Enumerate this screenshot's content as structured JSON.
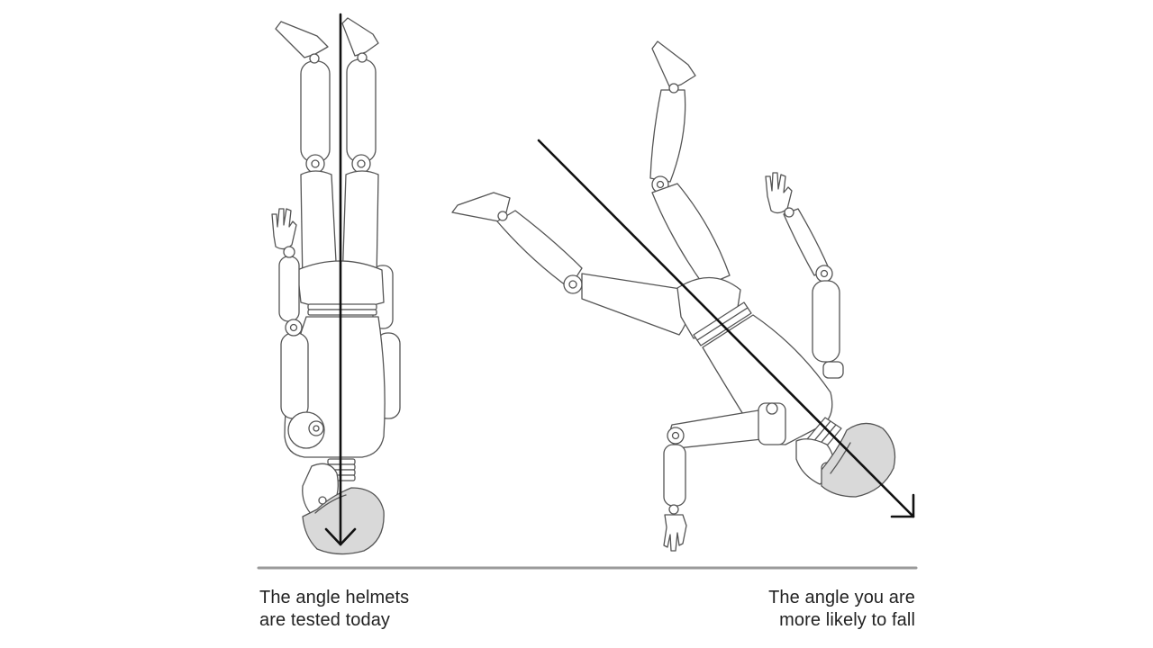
{
  "captions": {
    "left": [
      "The angle helmets",
      "are tested today"
    ],
    "right": [
      "The angle you are",
      "more likely to fall"
    ]
  },
  "colors": {
    "outline": "#555555",
    "helmet": "#d9d9d9",
    "arrow": "#111111",
    "ground": "#9a9a9a",
    "text": "#222222"
  },
  "figures": {
    "left": {
      "orientation": "vertical",
      "helmet-icon": "helmet-shell"
    },
    "right": {
      "orientation": "oblique",
      "helmet-icon": "helmet-shell"
    }
  }
}
